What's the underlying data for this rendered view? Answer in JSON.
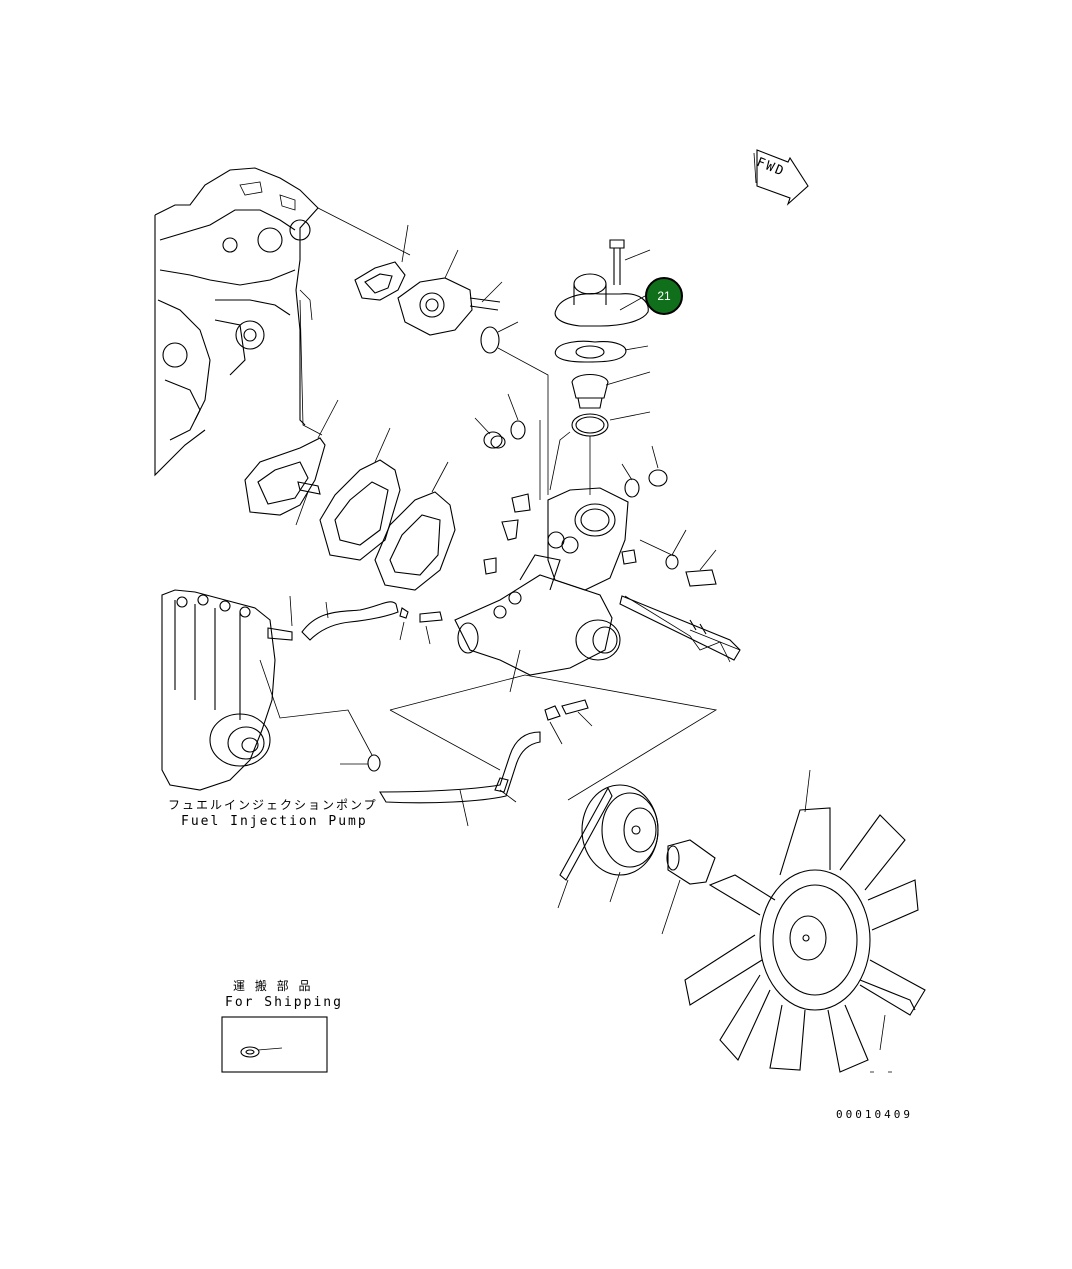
{
  "fwd_arrow": {
    "label": "FWD"
  },
  "callouts": [
    {
      "number": "21"
    }
  ],
  "fuel_pump_label": {
    "japanese": "フュエルインジェクションポンプ",
    "english": "Fuel Injection Pump"
  },
  "shipping_label": {
    "japanese": "運 搬 部 品",
    "english": "For Shipping"
  },
  "drawing_number": "00010409",
  "colors": {
    "callout_fill": "#0f6f1a",
    "line": "#000000",
    "background": "#ffffff"
  }
}
